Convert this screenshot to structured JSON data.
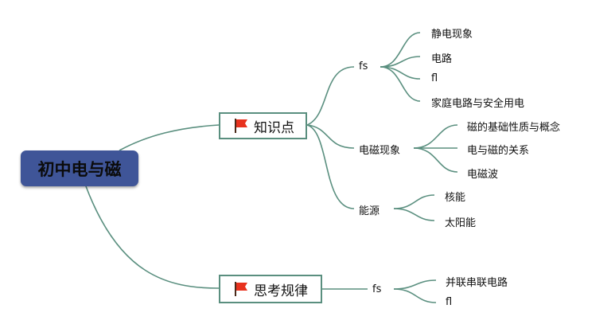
{
  "root": {
    "label": "初中电与磁"
  },
  "branches": {
    "knowledge": {
      "label": "知识点",
      "icon": "red-flag-icon",
      "children": {
        "fs": {
          "label": "fs",
          "leaves": [
            "静电现象",
            "电路",
            "fl",
            "家庭电路与安全用电"
          ]
        },
        "electromagnetism": {
          "label": "电磁现象",
          "leaves": [
            "磁的基础性质与概念",
            "电与磁的关系",
            "电磁波"
          ]
        },
        "energy": {
          "label": "能源",
          "leaves": [
            "核能",
            "太阳能"
          ]
        }
      }
    },
    "thinking": {
      "label": "思考规律",
      "icon": "red-flag-icon",
      "children": {
        "fs": {
          "label": "fs",
          "leaves": [
            "并联串联电路",
            "fl"
          ]
        }
      }
    }
  },
  "colors": {
    "root_fill": "#3f5598",
    "line": "#5a8f7f",
    "flag": "#e8321e"
  }
}
